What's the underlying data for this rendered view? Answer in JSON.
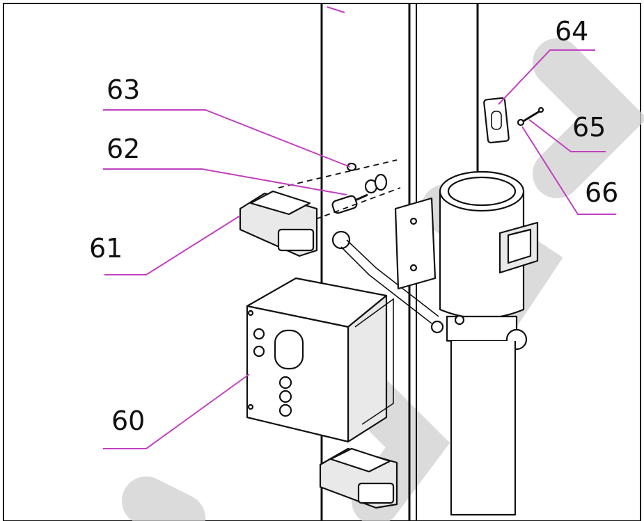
{
  "callouts": {
    "c60": "60",
    "c61": "61",
    "c62": "62",
    "c63": "63",
    "c64": "64",
    "c65": "65",
    "c66": "66"
  },
  "colors": {
    "leader": "#c040c0",
    "line": "#111111",
    "watermark": "#cfcfcf"
  }
}
